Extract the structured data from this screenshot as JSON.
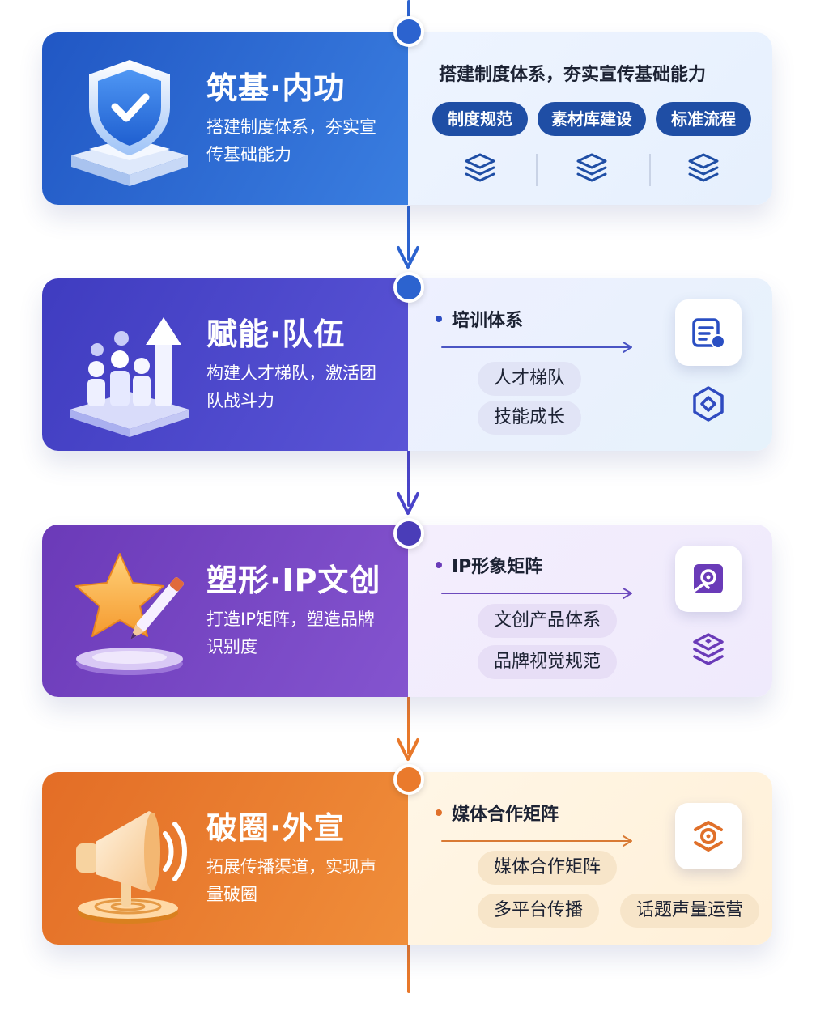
{
  "colors": {
    "blue": "#2c63cf",
    "indigo": "#4a44c9",
    "purple": "#7443c2",
    "orange": "#eb7c2c"
  },
  "cards": [
    {
      "title": "筑基·内功",
      "desc": "搭建制度体系，夯实宣传基础能力",
      "illustration": "shield-icon",
      "right_heading": "搭建制度体系，夯实宣传基础能力",
      "tags": [
        "制度规范",
        "素材库建设",
        "标准流程"
      ],
      "tag_icons": [
        "layers-icon",
        "layers-icon",
        "layers-icon"
      ]
    },
    {
      "title": "赋能·队伍",
      "desc": "构建人才梯队，激活团队战斗力",
      "illustration": "team-growth-icon",
      "bullet": "培训体系",
      "pills": [
        "人才梯队",
        "技能成长"
      ],
      "box_icon": "document-badge-icon",
      "small_icon": "hexagon-target-icon"
    },
    {
      "title": "塑形·IP文创",
      "desc": "打造IP矩阵，塑造品牌识别度",
      "illustration": "star-pen-icon",
      "bullet": "IP形象矩阵",
      "pills": [
        "文创产品体系",
        "品牌视觉规范"
      ],
      "box_icon": "image-frame-icon",
      "small_icon": "layers-icon"
    },
    {
      "title": "破圈·外宣",
      "desc": "拓展传播渠道，实现声量破圈",
      "illustration": "megaphone-icon",
      "bullet": "媒体合作矩阵",
      "pills": [
        "媒体合作矩阵",
        "多平台传播",
        "话题声量运营"
      ],
      "box_icon": "broadcast-icon"
    }
  ]
}
